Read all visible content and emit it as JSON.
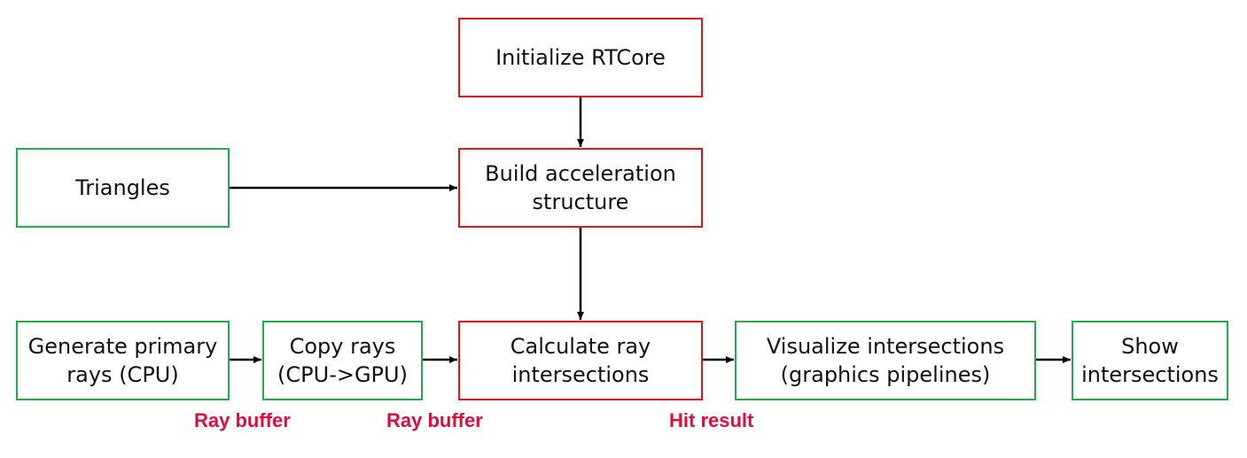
{
  "colors": {
    "red_border": "#e0161d",
    "green_border": "#22ac4c",
    "label_color": "#d80f3a",
    "arrow_color": "#000000"
  },
  "nodes": {
    "init": "Initialize RTCore",
    "triangles": "Triangles",
    "build": "Build acceleration\nstructure",
    "gen": "Generate primary\nrays (CPU)",
    "copy": "Copy rays\n(CPU->GPU)",
    "calc": "Calculate ray\nintersections",
    "vis": "Visualize intersections\n(graphics pipelines)",
    "show": "Show\nintersections"
  },
  "labels": {
    "ray_buffer_1": "Ray buffer",
    "ray_buffer_2": "Ray buffer",
    "hit_result": "Hit result"
  },
  "edges": [
    {
      "from": "init",
      "to": "build"
    },
    {
      "from": "triangles",
      "to": "build"
    },
    {
      "from": "build",
      "to": "calc"
    },
    {
      "from": "gen",
      "to": "copy"
    },
    {
      "from": "copy",
      "to": "calc"
    },
    {
      "from": "calc",
      "to": "vis"
    },
    {
      "from": "vis",
      "to": "show"
    }
  ]
}
